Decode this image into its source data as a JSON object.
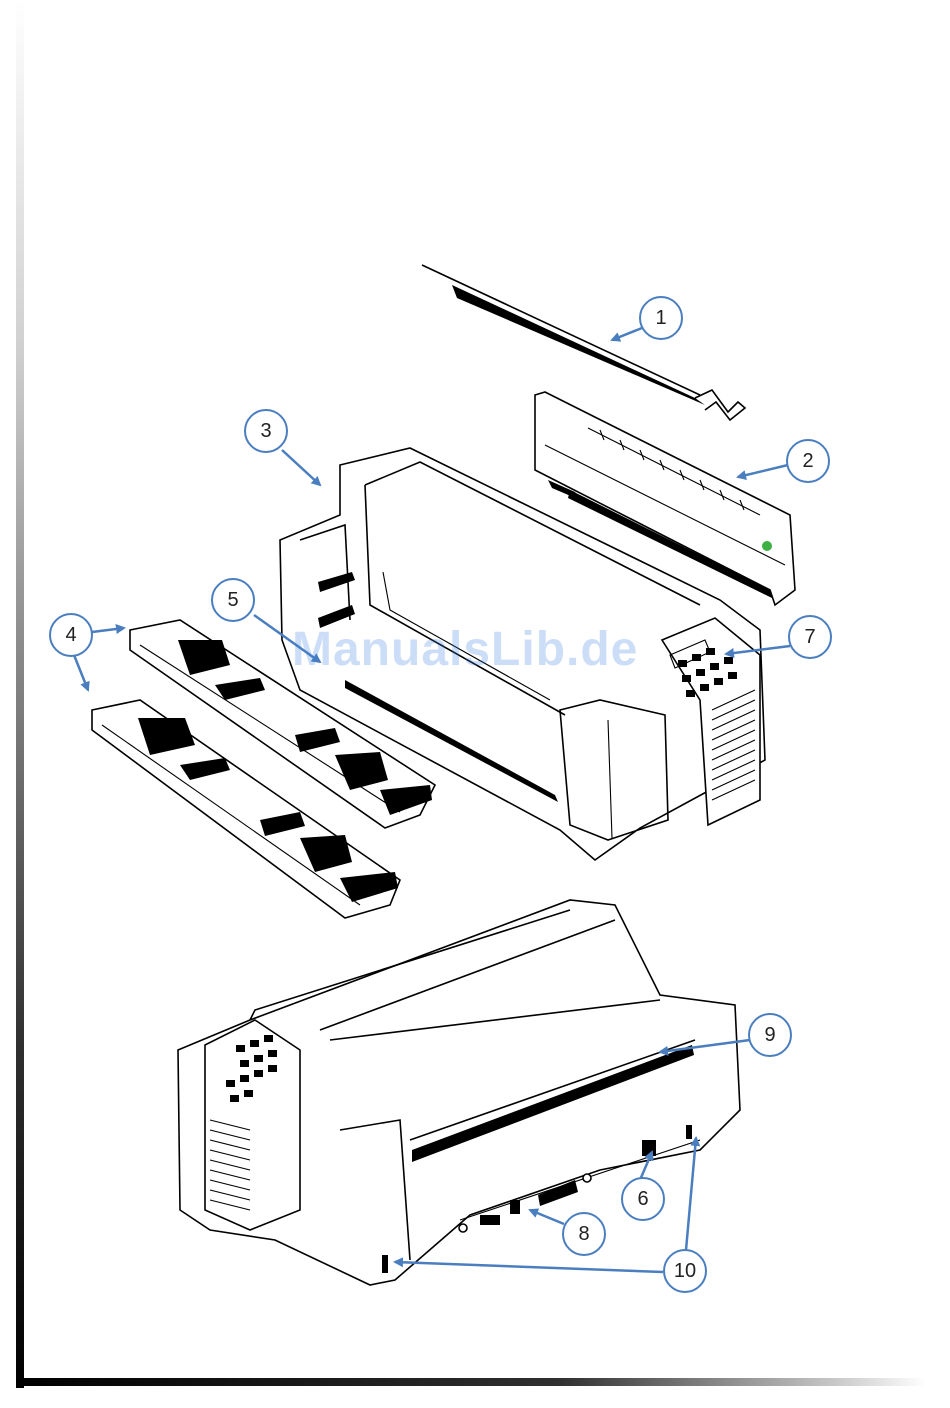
{
  "watermark": "ManualsLib.de",
  "callouts": [
    {
      "id": "1",
      "label": "1"
    },
    {
      "id": "2",
      "label": "2"
    },
    {
      "id": "3",
      "label": "3"
    },
    {
      "id": "4",
      "label": "4"
    },
    {
      "id": "5",
      "label": "5"
    },
    {
      "id": "6",
      "label": "6"
    },
    {
      "id": "7",
      "label": "7"
    },
    {
      "id": "8",
      "label": "8"
    },
    {
      "id": "9",
      "label": "9"
    },
    {
      "id": "10",
      "label": "10"
    }
  ],
  "colors": {
    "callout": "#4a7ebf",
    "watermark": "#3a7be0",
    "indicator": "#3cb043"
  }
}
